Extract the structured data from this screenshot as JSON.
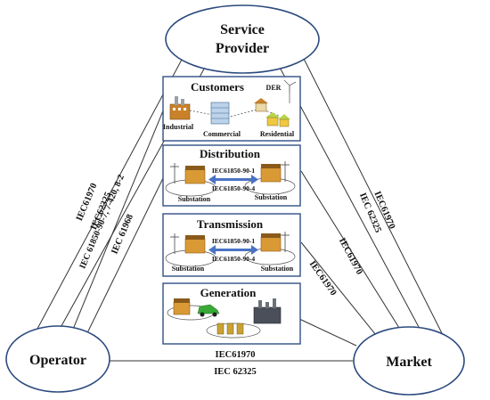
{
  "nodes": {
    "service_provider": {
      "line1": "Service",
      "line2": "Provider"
    },
    "operator": {
      "label": "Operator"
    },
    "market": {
      "label": "Market"
    }
  },
  "domains": {
    "customers": {
      "title": "Customers",
      "industrial": "Industrial",
      "commercial": "Commercial",
      "residential": "Residential",
      "der": "DER"
    },
    "distribution": {
      "title": "Distribution",
      "std_top": "IEC61850-90-1",
      "std_bottom": "IEC61850-90-4",
      "substation_left": "Substation",
      "substation_right": "Substation"
    },
    "transmission": {
      "title": "Transmission",
      "std_top": "IEC61850-90-1",
      "std_bottom": "IEC61850-90-4",
      "substation_left": "Substation",
      "substation_right": "Substation"
    },
    "generation": {
      "title": "Generation"
    }
  },
  "standards": {
    "op_sp_1": "IEC61970",
    "op_sp_2": "IEC62325",
    "op_sp_3": "IEC 61850-90-7, 7-420, 8-2",
    "op_sp_4": "IEC 61968",
    "sp_mkt_1": "IEC61970",
    "sp_mkt_2": "IEC 62325",
    "dist_mkt": "IEC61970",
    "trans_mkt": "IEC61970",
    "op_mkt_1": "IEC61970",
    "op_mkt_2": "IEC 62325"
  },
  "colors": {
    "ellipse_stroke": "#2b4a7e",
    "box_stroke": "#2f4f86",
    "arrow": "#4a73c4",
    "line": "#333333",
    "building": "#d99a35",
    "building_dark": "#8a5a1a",
    "ev_car": "#39a935"
  }
}
